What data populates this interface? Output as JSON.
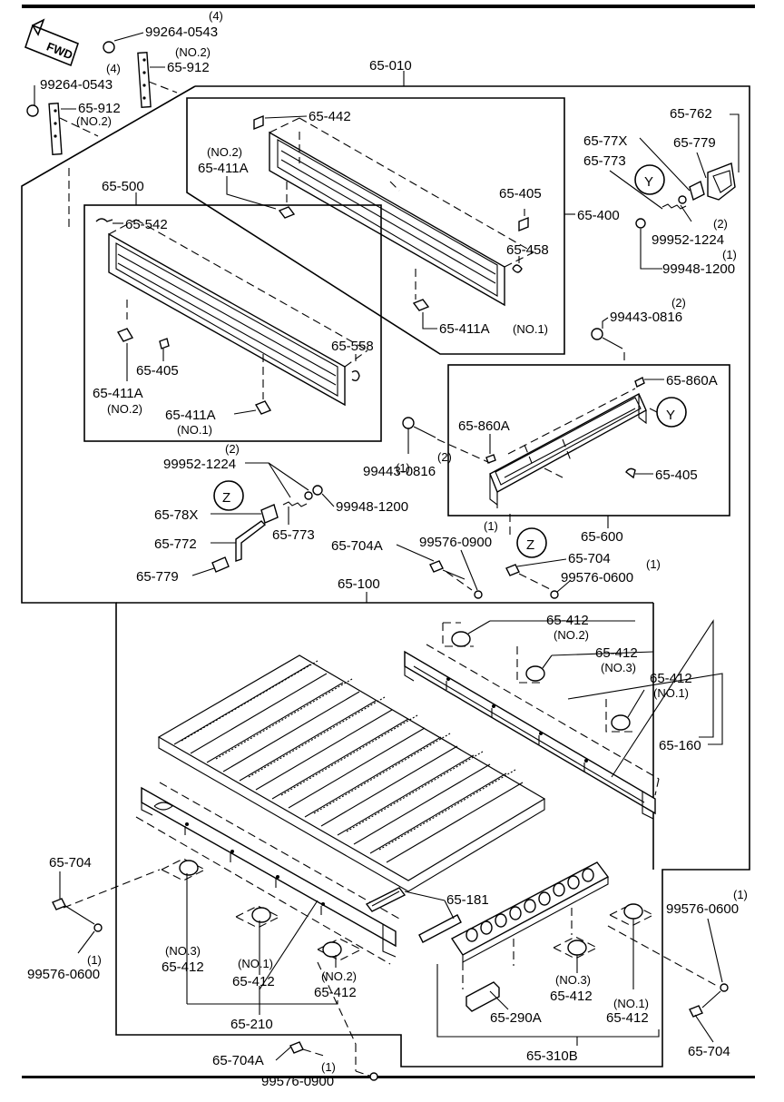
{
  "direction": "FWD",
  "assemblies": {
    "main": "65-010",
    "front_panel_assy": "65-400",
    "side_panel_assy": "65-500",
    "rear_panel_assy": "65-600",
    "floor_assy": "65-100",
    "rail_right": "65-160",
    "rail_left": "65-210",
    "rear_sill": "65-310B"
  },
  "labels": {
    "qty_4a": "(4)",
    "bolt_a": "99264-0543",
    "no2_a": "(NO.2)",
    "qty_4b": "(4)",
    "stake_a": "65-912",
    "bolt_b": "99264-0543",
    "stake_b": "65-912",
    "no2_b": "(NO.2)",
    "p442": "65-442",
    "no2_c": "(NO.2)",
    "p411a_a": "65-411A",
    "p405_a": "65-405",
    "p458": "65-458",
    "p411a_b": "65-411A",
    "no1_a": "(NO.1)",
    "p542": "65-542",
    "p558": "65-558",
    "p405_b": "65-405",
    "p411a_c": "65-411A",
    "no2_d": "(NO.2)",
    "p411a_d": "65-411A",
    "no1_b": "(NO.1)",
    "p762": "65-762",
    "p77x": "65-77X",
    "p779_a": "65-779",
    "p773_a": "65-773",
    "circle_y1": "Y",
    "qty_2a": "(2)",
    "wash_a": "99952-1224",
    "qty_1a": "(1)",
    "nut_a": "99948-1200",
    "qty_2b": "(2)",
    "bolt_c": "99443-0816",
    "p860a_a": "65-860A",
    "circle_y2": "Y",
    "p860a_b": "65-860A",
    "qty_2c": "(2)",
    "bolt_d": "99443-0816",
    "p405_c": "65-405",
    "qty_2d": "(2)",
    "wash_b": "99952-1224",
    "circle_z1": "Z",
    "qty_1b": "(1)",
    "nut_b": "99948-1200",
    "p78x": "65-78X",
    "p773_b": "65-773",
    "p772": "65-772",
    "p779_b": "65-779",
    "p704a_a": "65-704A",
    "qty_1c": "(1)",
    "nut_c": "99576-0900",
    "circle_z2": "Z",
    "p704_a": "65-704",
    "qty_1d": "(1)",
    "nut_d": "99576-0600",
    "p412_a": "65-412",
    "no2_e": "(NO.2)",
    "p412_b": "65-412",
    "no3_a": "(NO.3)",
    "p412_c": "65-412",
    "no1_c": "(NO.1)",
    "p704_b": "65-704",
    "qty_1e": "(1)",
    "nut_e": "99576-0600",
    "p181": "65-181",
    "qty_1f": "(1)",
    "nut_f": "99576-0600",
    "no3_b": "(NO.3)",
    "p412_d": "65-412",
    "no1_d": "(NO.1)",
    "p412_e": "65-412",
    "no2_f": "(NO.2)",
    "p412_f": "65-412",
    "p290a": "65-290A",
    "no3_c": "(NO.3)",
    "p412_g": "65-412",
    "no1_e": "(NO.1)",
    "p412_h": "65-412",
    "p704_c": "65-704",
    "p704a_b": "65-704A",
    "qty_1g": "(1)",
    "nut_g": "99576-0900"
  }
}
